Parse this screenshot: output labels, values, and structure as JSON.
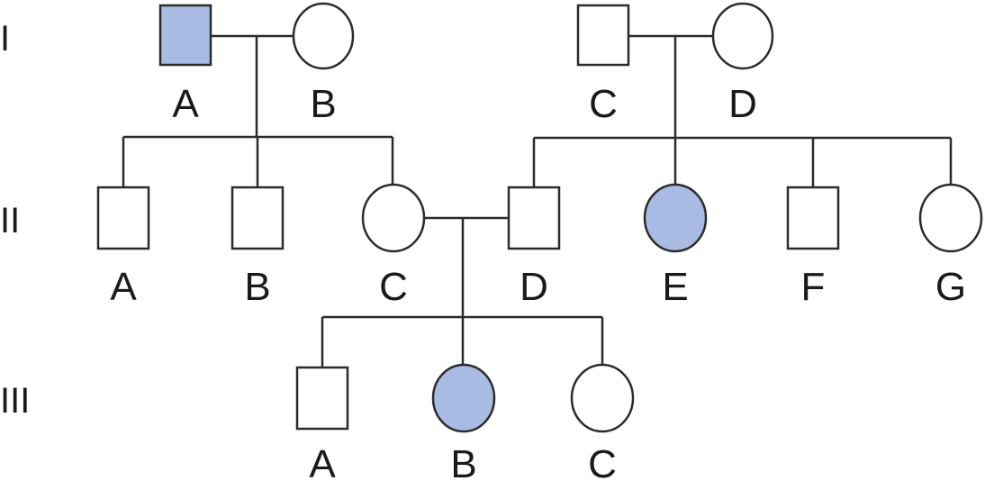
{
  "colors": {
    "affected": "#a9bbe3",
    "unaffected": "#ffffff",
    "stroke": "#2b2b2b"
  },
  "generations": [
    {
      "label": "I",
      "members": [
        {
          "id": "I-A",
          "sex": "male",
          "affected": true,
          "label": "A"
        },
        {
          "id": "I-B",
          "sex": "female",
          "affected": false,
          "label": "B"
        },
        {
          "id": "I-C",
          "sex": "male",
          "affected": false,
          "label": "C"
        },
        {
          "id": "I-D",
          "sex": "female",
          "affected": false,
          "label": "D"
        }
      ]
    },
    {
      "label": "II",
      "members": [
        {
          "id": "II-A",
          "sex": "male",
          "affected": false,
          "label": "A"
        },
        {
          "id": "II-B",
          "sex": "male",
          "affected": false,
          "label": "B"
        },
        {
          "id": "II-C",
          "sex": "female",
          "affected": false,
          "label": "C"
        },
        {
          "id": "II-D",
          "sex": "male",
          "affected": false,
          "label": "D"
        },
        {
          "id": "II-E",
          "sex": "female",
          "affected": true,
          "label": "E"
        },
        {
          "id": "II-F",
          "sex": "male",
          "affected": false,
          "label": "F"
        },
        {
          "id": "II-G",
          "sex": "female",
          "affected": false,
          "label": "G"
        }
      ]
    },
    {
      "label": "III",
      "members": [
        {
          "id": "III-A",
          "sex": "male",
          "affected": false,
          "label": "A"
        },
        {
          "id": "III-B",
          "sex": "female",
          "affected": true,
          "label": "B"
        },
        {
          "id": "III-C",
          "sex": "female",
          "affected": false,
          "label": "C"
        }
      ]
    }
  ],
  "couples": [
    {
      "partners": [
        "I-A",
        "I-B"
      ],
      "children": [
        "II-A",
        "II-B",
        "II-C"
      ]
    },
    {
      "partners": [
        "I-C",
        "I-D"
      ],
      "children": [
        "II-D",
        "II-E",
        "II-F",
        "II-G"
      ]
    },
    {
      "partners": [
        "II-C",
        "II-D"
      ],
      "children": [
        "III-A",
        "III-B",
        "III-C"
      ]
    }
  ]
}
